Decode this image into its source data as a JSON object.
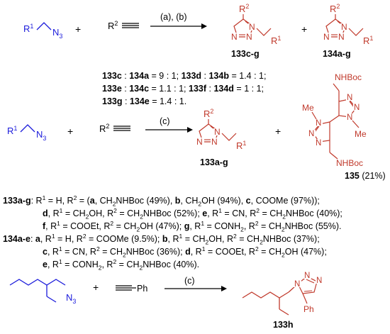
{
  "reaction1": {
    "reagent_r1": "R",
    "reagent_r1_sup": "1",
    "reagent_n": "N",
    "reagent_n_sub": "3",
    "plus": "+",
    "alkyne_r": "R",
    "alkyne_r_sup": "2",
    "conditions": "(a), (b)",
    "product1": "133c-g",
    "product2": "134a-g",
    "ratios": [
      [
        {
          "t": "133c",
          "b": true
        },
        {
          "t": " : "
        },
        {
          "t": "134a",
          "b": true
        },
        {
          "t": " = 9 : 1; "
        },
        {
          "t": "133d",
          "b": true
        },
        {
          "t": " : "
        },
        {
          "t": "134b",
          "b": true
        },
        {
          "t": " = 1.4 : 1;"
        }
      ],
      [
        {
          "t": "133e",
          "b": true
        },
        {
          "t": " : "
        },
        {
          "t": "134c",
          "b": true
        },
        {
          "t": " = 1.1 : 1; "
        },
        {
          "t": "133f",
          "b": true
        },
        {
          "t": " : "
        },
        {
          "t": "134d",
          "b": true
        },
        {
          "t": " = 1 : 1;"
        }
      ],
      [
        {
          "t": "133g",
          "b": true
        },
        {
          "t": " : "
        },
        {
          "t": "134e",
          "b": true
        },
        {
          "t": " = 1.4 : 1."
        }
      ]
    ]
  },
  "reaction2": {
    "conditions": "(c)",
    "product1": "133a-g",
    "product2": "135",
    "product2_yield": " (21%)",
    "nhboc": "NHBoc",
    "me": "Me"
  },
  "descriptions": [
    {
      "indent": false,
      "runs": [
        {
          "t": "133a-g",
          "b": true
        },
        {
          "t": ": R"
        },
        {
          "t": "1",
          "sup": true
        },
        {
          "t": " = H,  R"
        },
        {
          "t": "2",
          "sup": true
        },
        {
          "t": " = ("
        },
        {
          "t": "a",
          "b": true
        },
        {
          "t": ", CH"
        },
        {
          "t": "2",
          "sub": true
        },
        {
          "t": "NHBoc (49%), "
        },
        {
          "t": "b",
          "b": true
        },
        {
          "t": ", CH"
        },
        {
          "t": "2",
          "sub": true
        },
        {
          "t": "OH (94%), "
        },
        {
          "t": "c",
          "b": true
        },
        {
          "t": ", COOMe (97%));"
        }
      ]
    },
    {
      "indent": true,
      "runs": [
        {
          "t": "d",
          "b": true
        },
        {
          "t": ", R"
        },
        {
          "t": "1",
          "sup": true
        },
        {
          "t": " = CH"
        },
        {
          "t": "2",
          "sub": true
        },
        {
          "t": "OH, R"
        },
        {
          "t": "2",
          "sup": true
        },
        {
          "t": " = CH"
        },
        {
          "t": "2",
          "sub": true
        },
        {
          "t": "NHBoc (52%); "
        },
        {
          "t": "e",
          "b": true
        },
        {
          "t": ", R"
        },
        {
          "t": "1",
          "sup": true
        },
        {
          "t": " = CN, R"
        },
        {
          "t": "2",
          "sup": true
        },
        {
          "t": " = CH"
        },
        {
          "t": "2",
          "sub": true
        },
        {
          "t": "NHBoc (40%);"
        }
      ]
    },
    {
      "indent": true,
      "runs": [
        {
          "t": "f",
          "b": true
        },
        {
          "t": ", R"
        },
        {
          "t": "1",
          "sup": true
        },
        {
          "t": " = COOEt, R"
        },
        {
          "t": "2",
          "sup": true
        },
        {
          "t": " = CH"
        },
        {
          "t": "2",
          "sub": true
        },
        {
          "t": "OH (47%); "
        },
        {
          "t": "g",
          "b": true
        },
        {
          "t": ", R"
        },
        {
          "t": "1",
          "sup": true
        },
        {
          "t": " = CONH"
        },
        {
          "t": "2",
          "sub": true
        },
        {
          "t": ", R"
        },
        {
          "t": "2",
          "sup": true
        },
        {
          "t": " = CH"
        },
        {
          "t": "2",
          "sub": true
        },
        {
          "t": "NHBoc (55%)."
        }
      ]
    },
    {
      "indent": false,
      "runs": [
        {
          "t": "134a-e",
          "b": true
        },
        {
          "t": ": "
        },
        {
          "t": "a",
          "b": true
        },
        {
          "t": ", R"
        },
        {
          "t": "1",
          "sup": true
        },
        {
          "t": " = H, R"
        },
        {
          "t": "2",
          "sup": true
        },
        {
          "t": " = COOMe (9.5%); "
        },
        {
          "t": "b",
          "b": true
        },
        {
          "t": ", R"
        },
        {
          "t": "1",
          "sup": true
        },
        {
          "t": " = CH"
        },
        {
          "t": "2",
          "sub": true
        },
        {
          "t": "OH, R"
        },
        {
          "t": "2",
          "sup": true
        },
        {
          "t": " = CH"
        },
        {
          "t": "2",
          "sub": true
        },
        {
          "t": "NHBoc (37%);"
        }
      ]
    },
    {
      "indent": true,
      "runs": [
        {
          "t": "c",
          "b": true
        },
        {
          "t": ", R"
        },
        {
          "t": "1",
          "sup": true
        },
        {
          "t": " = CN, R"
        },
        {
          "t": "2",
          "sup": true
        },
        {
          "t": " = CH"
        },
        {
          "t": "2",
          "sub": true
        },
        {
          "t": "NHBoc (36%); "
        },
        {
          "t": "d",
          "b": true
        },
        {
          "t": ", R"
        },
        {
          "t": "1",
          "sup": true
        },
        {
          "t": " = COOEt, R"
        },
        {
          "t": "2",
          "sup": true
        },
        {
          "t": " = CH"
        },
        {
          "t": "2",
          "sub": true
        },
        {
          "t": "OH (47%);"
        }
      ]
    },
    {
      "indent": true,
      "runs": [
        {
          "t": "e",
          "b": true
        },
        {
          "t": ", R"
        },
        {
          "t": "1",
          "sup": true
        },
        {
          "t": " = CONH"
        },
        {
          "t": "2",
          "sub": true
        },
        {
          "t": ", R"
        },
        {
          "t": "2",
          "sup": true
        },
        {
          "t": " = CH"
        },
        {
          "t": "2",
          "sub": true
        },
        {
          "t": "NHBoc (40%)."
        }
      ]
    }
  ],
  "reaction3": {
    "azide_n": "N",
    "azide_sub": "3",
    "alkyne_ph": "Ph",
    "conditions": "(c)",
    "product": "133h",
    "product_ph": "Ph"
  },
  "atoms": {
    "N": "N"
  },
  "colors": {
    "reactant": "#1a1adb",
    "product": "#c0392b",
    "text": "#000000"
  }
}
